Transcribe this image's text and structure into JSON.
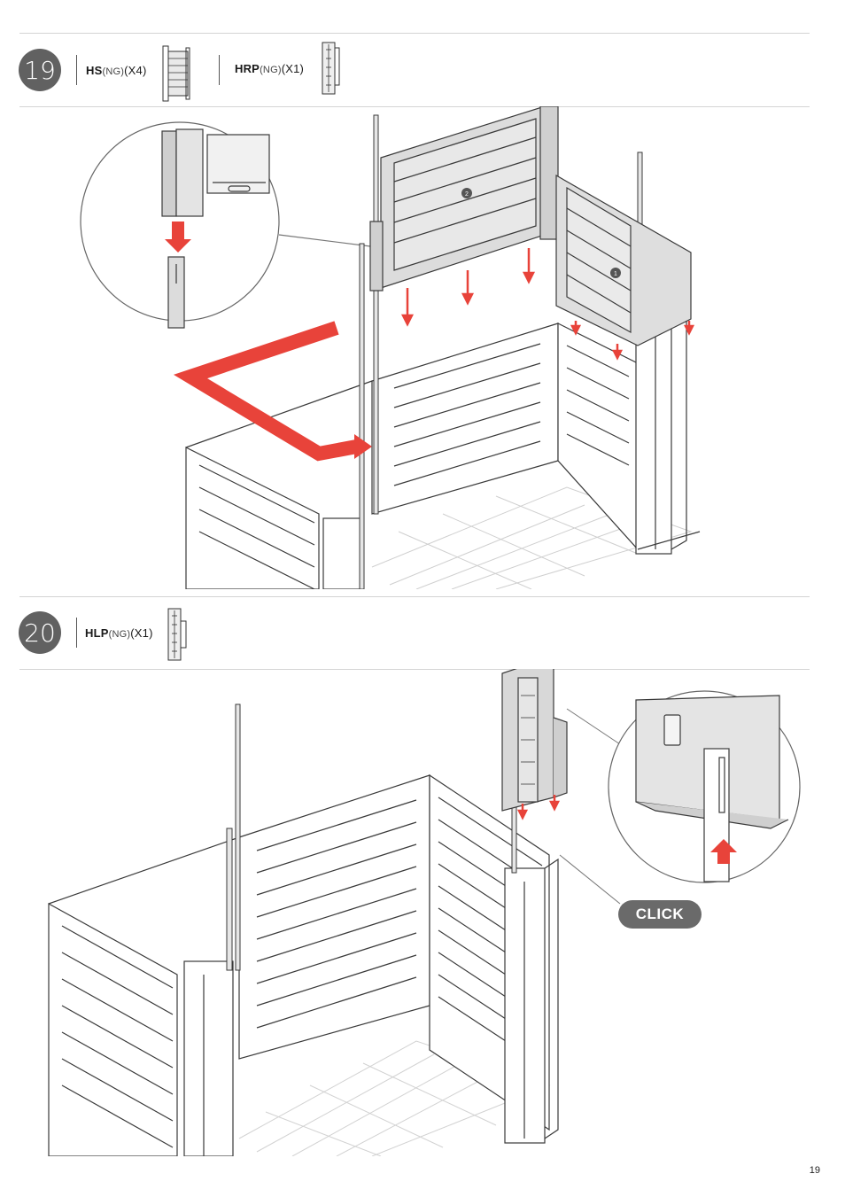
{
  "step19": {
    "number": "19",
    "parts": [
      {
        "code": "HS",
        "variant": "(NG)",
        "qty": "(X4)",
        "icon": "side-panel-icon"
      },
      {
        "code": "HRP",
        "variant": "(NG)",
        "qty": "(X1)",
        "icon": "rear-post-panel-icon"
      }
    ],
    "callouts": {
      "panel_a": "2",
      "panel_b": "1"
    }
  },
  "step20": {
    "number": "20",
    "parts": [
      {
        "code": "HLP",
        "variant": "(NG)",
        "qty": "(X1)",
        "icon": "left-post-panel-icon"
      }
    ],
    "click_label": "CLICK"
  },
  "page_number": "19",
  "colors": {
    "accent_red": "#e8433a",
    "step_circle": "#616161",
    "rule": "#d4d4d4",
    "line_art": "#3a3a3a"
  }
}
